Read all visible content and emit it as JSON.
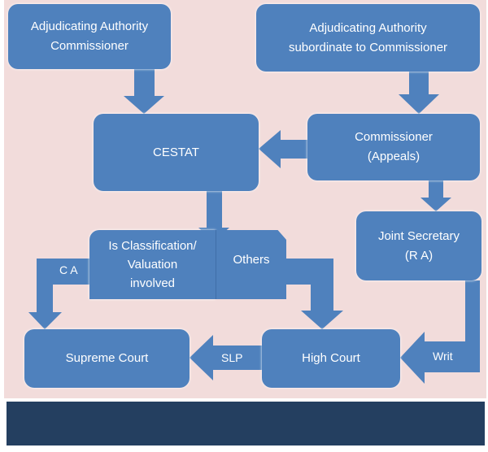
{
  "nodes": {
    "adj_commissioner": "Adjudicating Authority\nCommissioner",
    "adj_subordinate": "Adjudicating Authority\nsubordinate to Commissioner",
    "cestat": "CESTAT",
    "commissioner_appeals": "Commissioner\n(Appeals)",
    "joint_secretary": "Joint Secretary\n(R A)",
    "classification": "Is Classification/\nValuation\ninvolved",
    "others": "Others",
    "supreme_court": "Supreme Court",
    "high_court": "High Court"
  },
  "edges": {
    "ca": "C A",
    "slp": "SLP",
    "writ": "Writ"
  },
  "colors": {
    "background": "#f2dcdb",
    "box": "#4f81bd",
    "footer": "#243f60"
  }
}
